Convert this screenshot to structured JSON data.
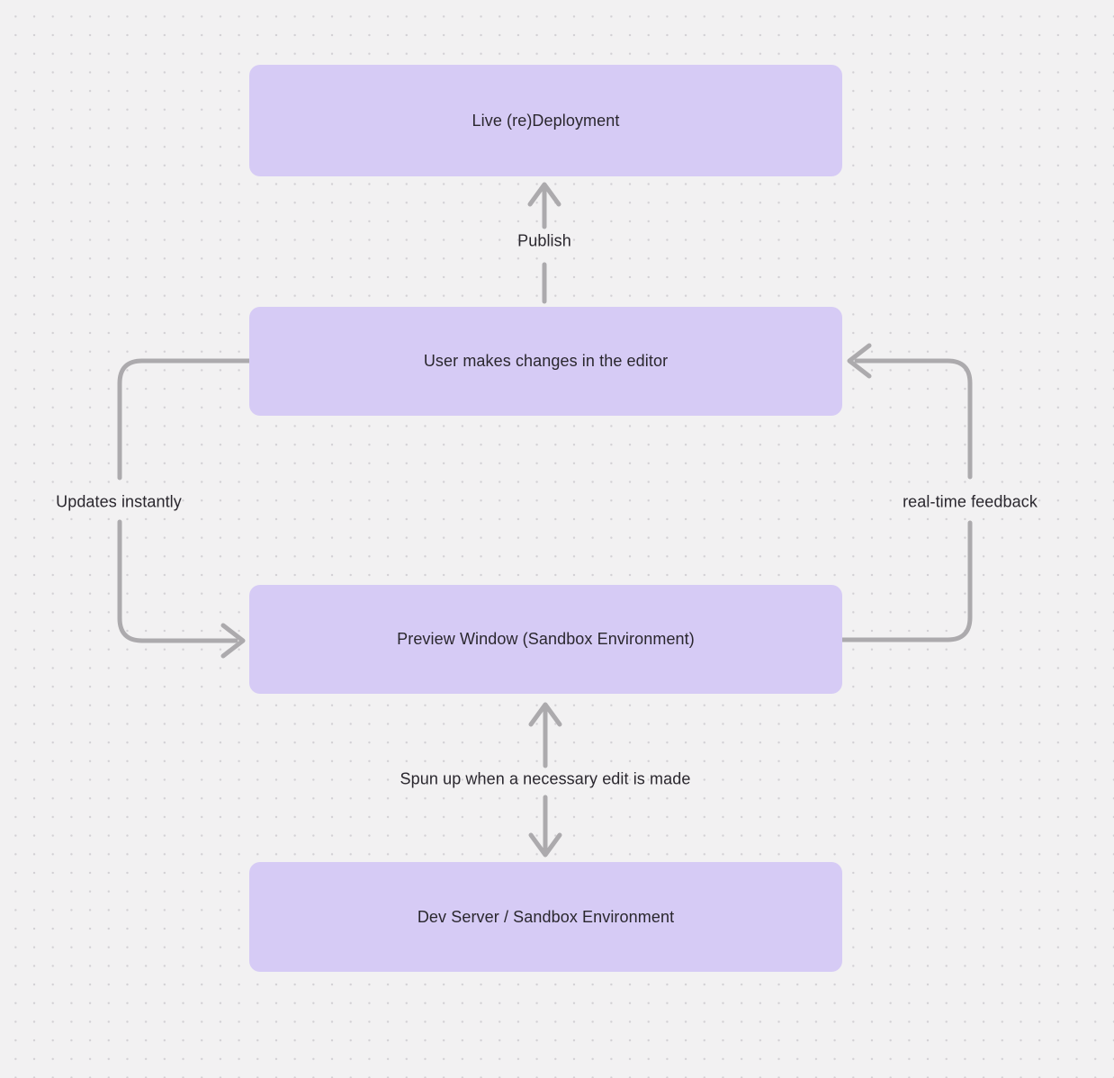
{
  "canvas": {
    "background_color": "#f2f1f2",
    "dot_grid_color": "#d2d0d4"
  },
  "diagram": {
    "node_fill_color": "#d6cbf5",
    "arrow_color": "#acaaad",
    "text_color": "#2a272e",
    "nodes": [
      {
        "id": "live-redeployment",
        "label": "Live (re)Deployment"
      },
      {
        "id": "user-editor",
        "label": "User makes changes in the editor"
      },
      {
        "id": "preview-window",
        "label": "Preview Window (Sandbox Environment)"
      },
      {
        "id": "dev-server",
        "label": "Dev Server / Sandbox Environment"
      }
    ],
    "edge_labels": {
      "publish": "Publish",
      "updates_instantly": "Updates instantly",
      "real_time_feedback": "real-time feedback",
      "spun_up": "Spun up when a necessary edit is made"
    }
  }
}
